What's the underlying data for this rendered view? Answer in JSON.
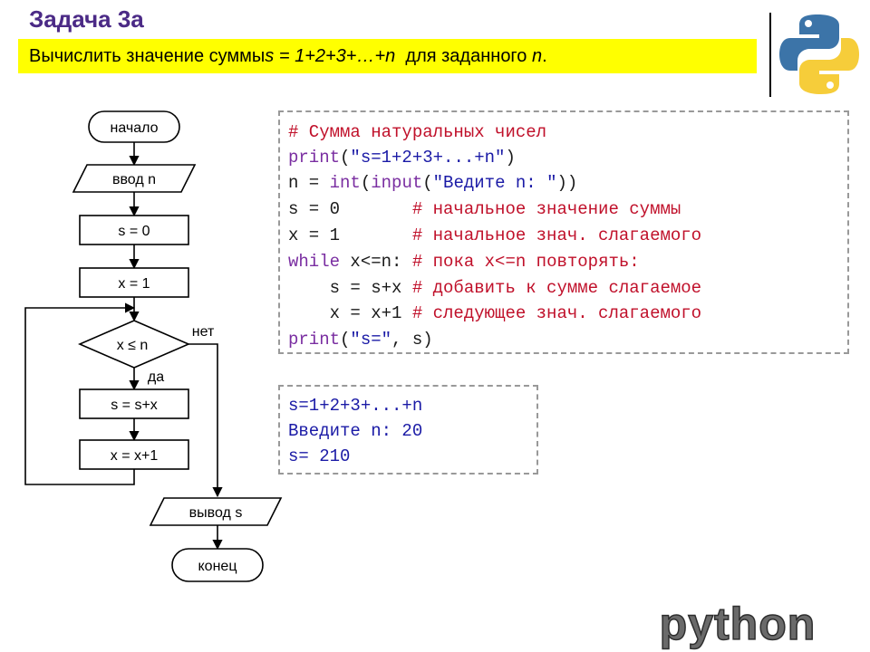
{
  "slide": {
    "title": "Задача 3а",
    "task": {
      "prefix": "Вычислить значение суммы ",
      "formula": "s = 1+2+3+…+n",
      "middle": "  для заданного ",
      "var": "n",
      "end": "."
    }
  },
  "flowchart": {
    "start": "начало",
    "input": "ввод n",
    "init_s": "s = 0",
    "init_x": "x = 1",
    "condition": "x ≤ n",
    "yes": "да",
    "no": "нет",
    "add": "s = s+x",
    "inc": "x = x+1",
    "output": "вывод s",
    "end": "конец"
  },
  "code": {
    "l1": {
      "c": "# Сумма натуральных чисел"
    },
    "l2": {
      "fn": "print",
      "p1": "(",
      "s": "\"s=1+2+3+...+n\"",
      "p2": ")"
    },
    "l3": {
      "a": "n = ",
      "fn1": "int",
      "p1": "(",
      "fn2": "input",
      "p2": "(",
      "s": "\"Ведите n: \"",
      "p3": "))"
    },
    "l4": {
      "a": "s = 0       ",
      "c": "# начальное значение суммы"
    },
    "l5": {
      "a": "x = 1       ",
      "c": "# начальное знач. слагаемого"
    },
    "l6": {
      "kw": "while",
      "a": " x<=n: ",
      "c": "# пока x<=n повторять:"
    },
    "l7": {
      "a": "    s = s+x ",
      "c": "# добавить к сумме слагаемое"
    },
    "l8": {
      "a": "    x = x+1 ",
      "c": "# следующее знач. слагаемого"
    },
    "l9": {
      "fn": "print",
      "p1": "(",
      "s": "\"s=\"",
      "p2": ", s)"
    }
  },
  "output": {
    "l1": "s=1+2+3+...+n",
    "l2": "Введите n: 20",
    "l3": "s= 210"
  },
  "logo": {
    "wordmark": "python"
  },
  "colors": {
    "title": "#4b2a86",
    "task_bg": "#ffff00",
    "comment": "#c0102a",
    "keyword": "#7a2ea1",
    "string": "#1a1aa6",
    "py_blue": "#3c74a8",
    "py_yellow": "#f6cd3a"
  }
}
